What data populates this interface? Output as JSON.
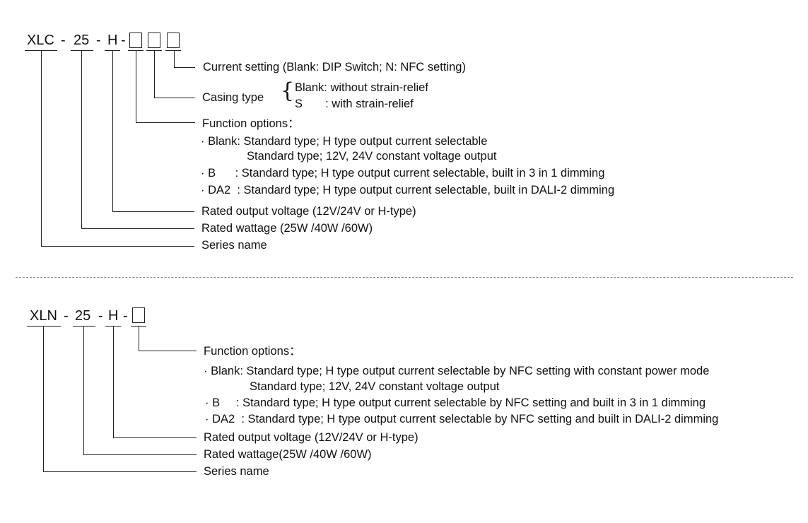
{
  "xlc": {
    "series": "XLC",
    "wattage": "25",
    "voltage": "H",
    "sep": "-",
    "current_setting": "Current setting (Blank: DIP Switch; N: NFC setting)",
    "casing_type": "Casing type",
    "casing_blank": "Blank: without strain-relief",
    "casing_s": "S       : with strain-relief",
    "function_options": "Function options：",
    "opt_blank_1": "· Blank: Standard type; H type output current selectable",
    "opt_blank_2": "Standard type; 12V, 24V constant voltage output",
    "opt_b": "· B      : Standard type; H type output current selectable, built in 3 in 1 dimming",
    "opt_da2": "· DA2  : Standard type; H type output current selectable, built in DALI-2 dimming",
    "rated_voltage": "Rated output voltage (12V/24V or H-type)",
    "rated_wattage": "Rated wattage (25W /40W /60W)",
    "series_name": "Series name"
  },
  "xln": {
    "series": "XLN",
    "wattage": "25",
    "voltage": "H",
    "sep": "-",
    "function_options": "Function options：",
    "opt_blank_1": "· Blank: Standard type; H type output current selectable by NFC setting with constant power mode",
    "opt_blank_2": "Standard type; 12V, 24V constant voltage output",
    "opt_b": "· B     : Standard type; H type output current selectable by NFC setting and built in 3 in 1 dimming",
    "opt_da2": "· DA2  : Standard type; H type output current selectable by NFC setting and built in DALI-2 dimming",
    "rated_voltage": "Rated output voltage (12V/24V or H-type)",
    "rated_wattage": "Rated wattage(25W /40W /60W)",
    "series_name": "Series name"
  }
}
